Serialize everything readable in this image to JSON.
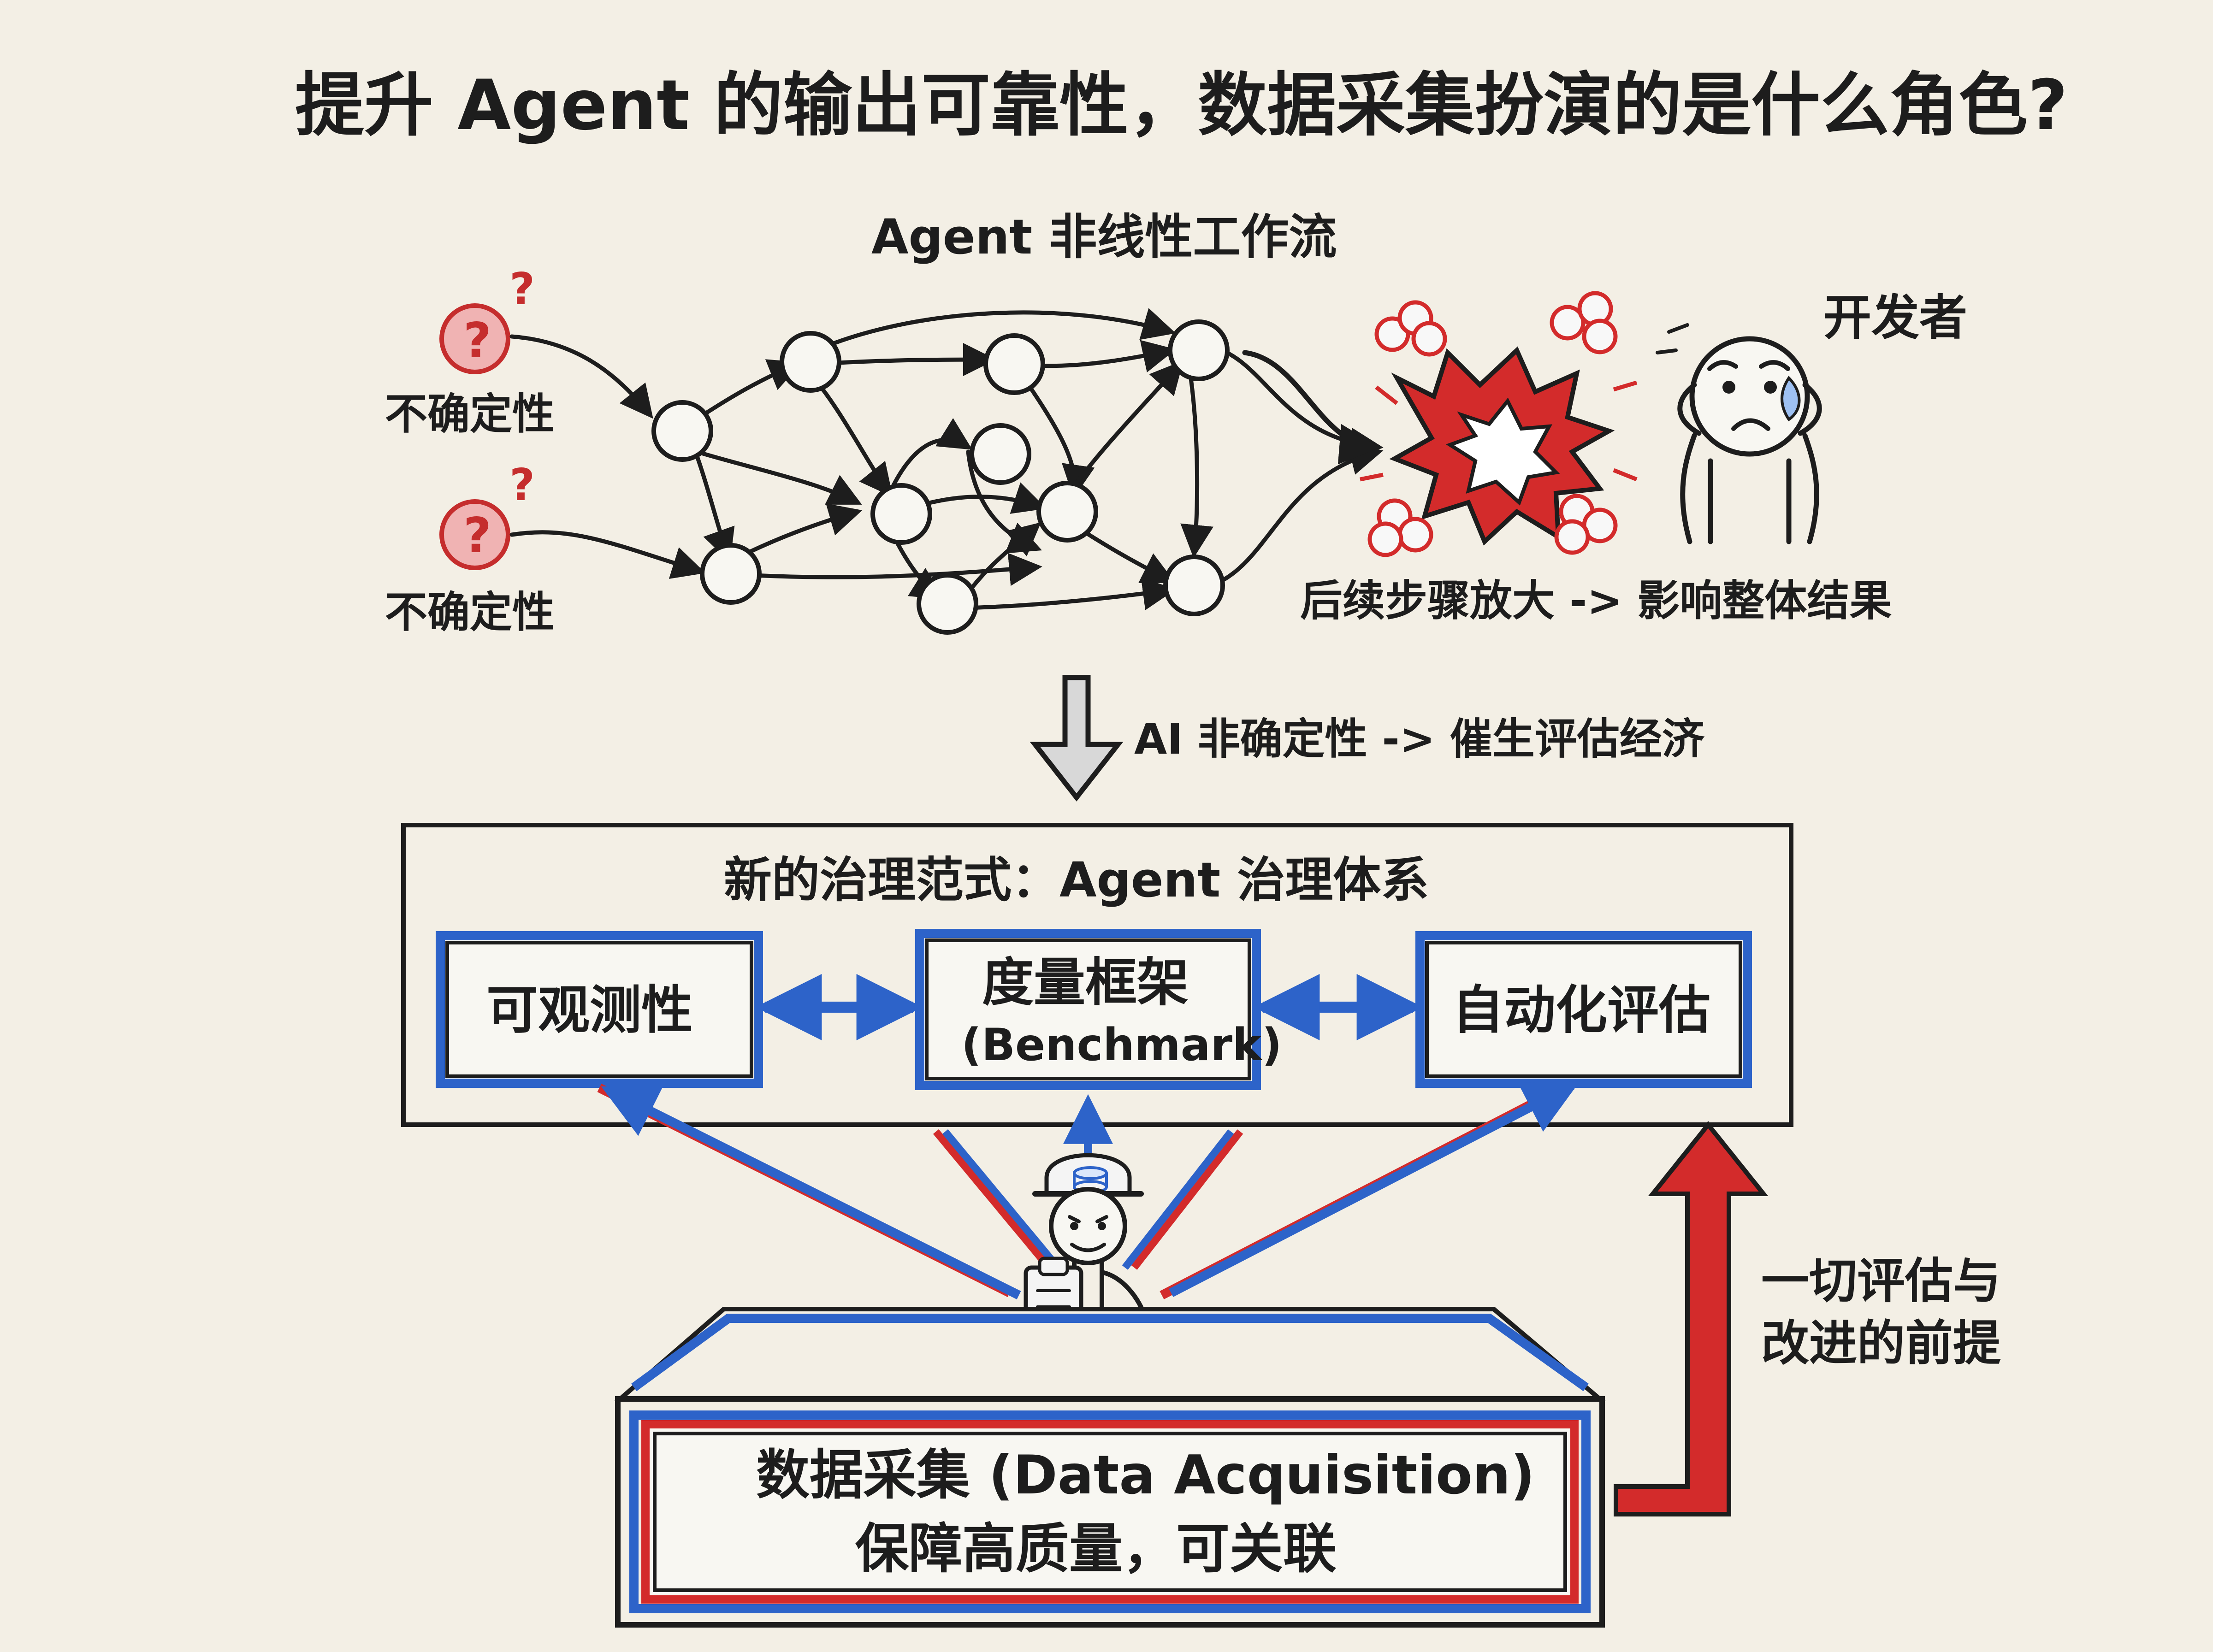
{
  "title": "提升 Agent 的输出可靠性，数据采集扮演的是什么角色?",
  "workflow": {
    "title": "Agent 非线性工作流",
    "uncertainty_label_1": "不确定性",
    "uncertainty_label_2": "不确定性",
    "question_mark": "?",
    "explosion_caption": "后续步骤放大 -> 影响整体结果",
    "developer_label": "开发者"
  },
  "transition": {
    "caption": "AI 非确定性 -> 催生评估经济"
  },
  "governance": {
    "title": "新的治理范式：Agent 治理体系",
    "box_observability": "可观测性",
    "box_metrics_line1": "度量框架",
    "box_metrics_line2": "(Benchmark)",
    "box_evaluation": "自动化评估"
  },
  "foundation": {
    "line1": "数据采集 (Data Acquisition)",
    "line2": "保障高质量，可关联",
    "side_note_line1": "一切评估与",
    "side_note_line2": "改进的前提"
  },
  "colors": {
    "background": "#f3efe5",
    "blue": "#2d63c9",
    "red": "#d32b2b",
    "ink": "#1d1d1d"
  }
}
